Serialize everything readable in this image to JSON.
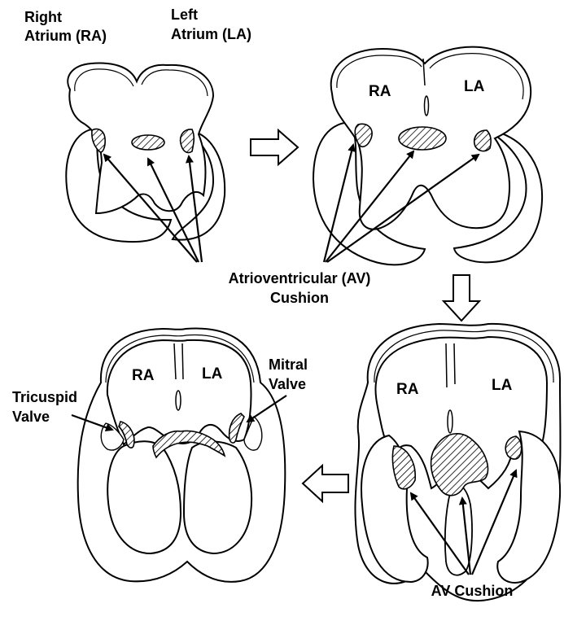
{
  "panel1": {
    "right_atrium_label": [
      "Right",
      "Atrium (RA)"
    ],
    "left_atrium_label": [
      "Left",
      "Atrium (LA)"
    ]
  },
  "panel2": {
    "ra": "RA",
    "la": "LA"
  },
  "panel3": {
    "ra": "RA",
    "la": "LA",
    "cushion_label": "AV Cushion"
  },
  "panel4": {
    "ra": "RA",
    "la": "LA",
    "tricuspid_label": [
      "Tricuspid",
      "Valve"
    ],
    "mitral_label": [
      "Mitral",
      "Valve"
    ]
  },
  "cushion_label": [
    "Atrioventricular (AV)",
    "Cushion"
  ],
  "colors": {
    "line": "#000000",
    "fill": "#ffffff",
    "hatch": "#000000"
  }
}
